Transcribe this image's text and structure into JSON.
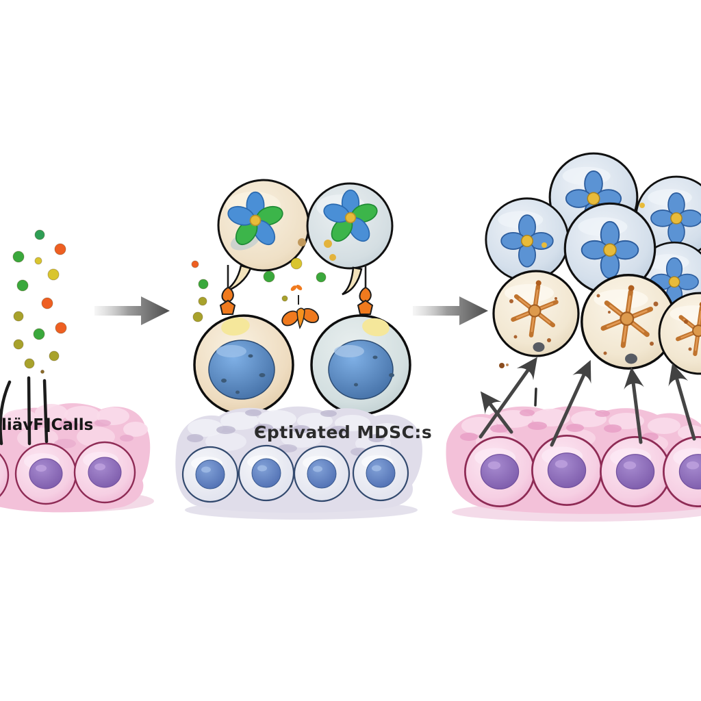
{
  "labels": {
    "tumor_panel": "liävF]Calls",
    "mdsc_panel": "Єptivated MDSC:s"
  },
  "stages": [
    {
      "name": "tumor-factor-secretion"
    },
    {
      "name": "mdsc-activation"
    },
    {
      "name": "activated-mdsc-recruitment"
    }
  ],
  "palette": {
    "background": "#ffffff",
    "dot_green": "#3aa83c",
    "dot_dark_green": "#2e9e55",
    "dot_orange": "#ee5f22",
    "dot_yellow": "#d9c52f",
    "dot_olive": "#a8a22c",
    "dot_brown": "#8a6a2a",
    "stage_arrow_dark": "#4c4c4c",
    "recruitment_arrow": "#454545",
    "tumor_tissue_pink": "#f3c1d9",
    "tumor_cell_outline": "#8e2b55",
    "tumor_nucleus_purple": "#8a68b8",
    "mdsc_tissue_lavender": "#e0ddea",
    "mdsc_cell_outline": "#32496e",
    "mdsc_nucleus_blue": "#5b7cc3",
    "beige_cell": "#eedcc0",
    "gray_blue_cell": "#d3dfe0",
    "nucleus_blue": "#4c7fc0",
    "flower_petal_blue": "#5b93d4",
    "flower_petal_green": "#3cb54a",
    "flower_center_yellow": "#e8bb3a",
    "star_orange": "#c0742e",
    "receptor_orange": "#f07a1e",
    "highlight_yellow": "#f5e79b"
  }
}
